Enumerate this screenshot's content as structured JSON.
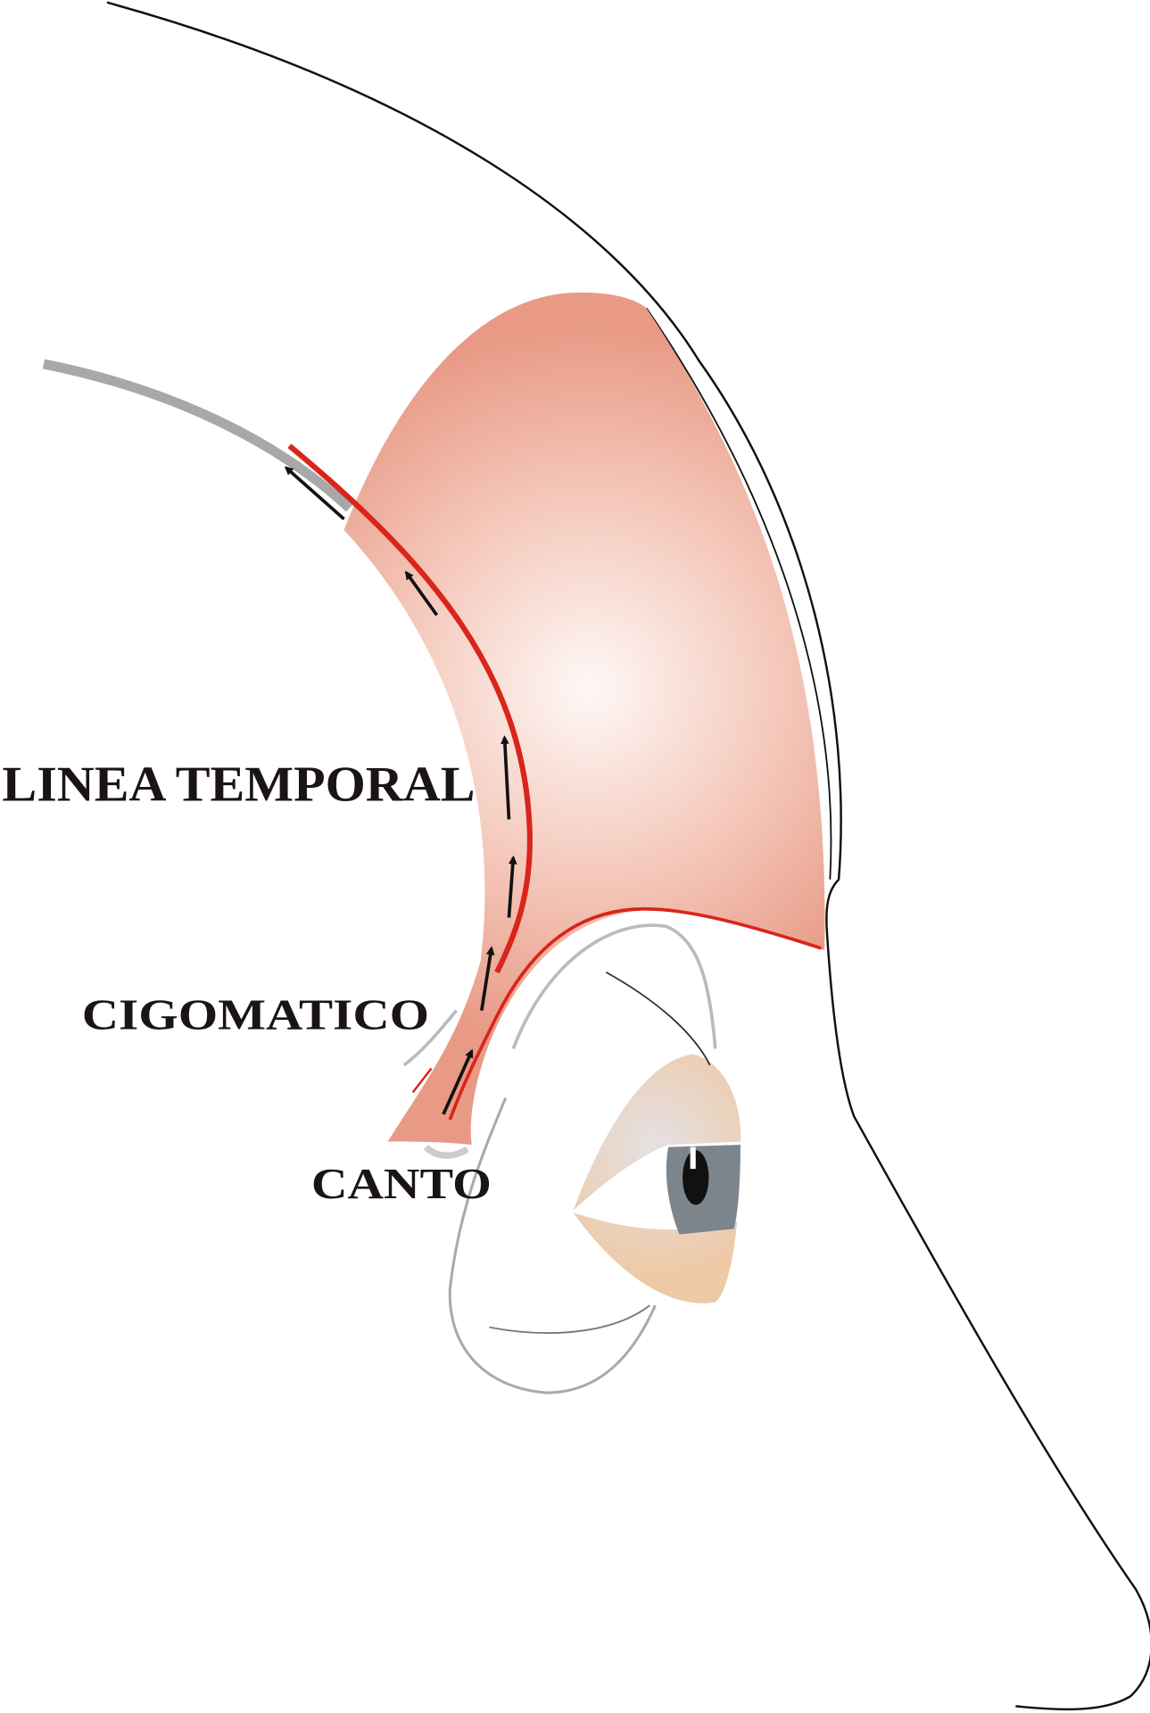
{
  "labels": {
    "linea_temporal": "LINEA TEMPORAL",
    "cigomatico": "CIGOMATICO",
    "canto": "CANTO"
  },
  "colors": {
    "flap_dark": "#e89a86",
    "flap_light": "#fdf3f0",
    "incision": "#d9251c",
    "outline": "#111111",
    "gray_line": "#a8a8a8",
    "eyelid": "#eec9a6"
  }
}
